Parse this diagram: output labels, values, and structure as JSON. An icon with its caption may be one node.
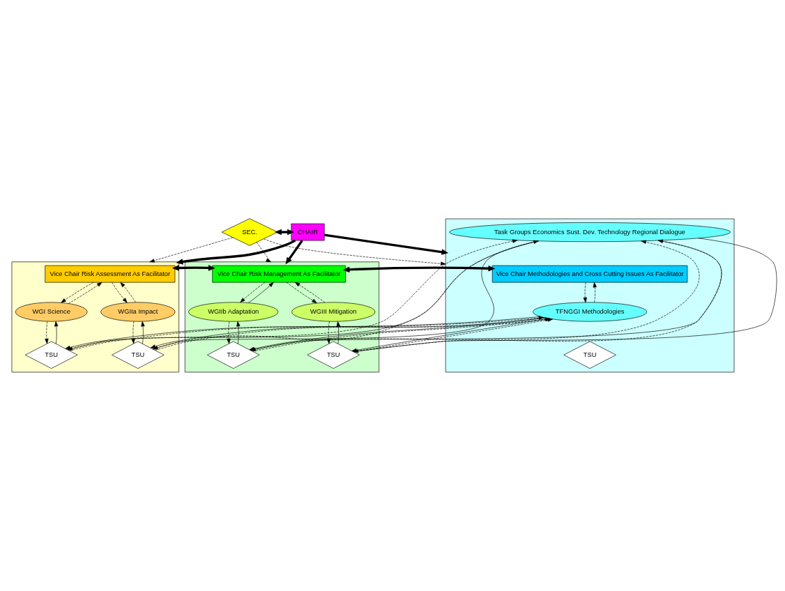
{
  "diagram": {
    "nodes": [
      {
        "text": [
          "CHAIR"
        ]
      },
      {
        "text": [
          "SEC."
        ]
      },
      {
        "text": [],
        "shape": "box"
      },
      {
        "text": [],
        "shape": "box"
      },
      {
        "text": [],
        "shape": "box"
      },
      {
        "text": [
          "Vice Chair Risk Assessment As Facilitator"
        ],
        "in": 2
      },
      {
        "text": [
          "WGI Science"
        ],
        "in": 2
      },
      {
        "text": [
          "WGIIa Impact"
        ],
        "in": 2
      },
      {
        "text": [
          "TSU"
        ],
        "in": 2
      },
      {
        "text": [
          "TSU"
        ],
        "in": 2
      },
      {
        "text": [
          "Vice Chair Risk Management As Facilitator"
        ],
        "in": 3
      },
      {
        "text": [
          "WGIIb Adaptation"
        ],
        "in": 3
      },
      {
        "text": [
          "WGIII Mitigation"
        ],
        "in": 3
      },
      {
        "text": [
          "TSU"
        ],
        "in": 3
      },
      {
        "text": [
          "TSU"
        ],
        "in": 3
      },
      {
        "text": [
          "Vice Chair Methodologies and Cross Cutting Issues As Facilitator"
        ],
        "in": 4
      },
      {
        "text": [
          "TFNGGI Methodologies"
        ],
        "in": 4
      },
      {
        "text": [
          "TSU"
        ],
        "in": 4
      },
      {
        "text": [
          "Task Groups Economics Sust. Dev. Technology Regional Dialogue"
        ],
        "in": 4
      }
    ],
    "edges": [
      {
        "from": 0,
        "to": 1,
        "arrow": "both",
        "style": "thick"
      },
      {
        "from": 0,
        "to": 2,
        "arrow": "to",
        "style": "thick"
      },
      {
        "from": 0,
        "to": 3,
        "arrow": "to",
        "style": "thick"
      },
      {
        "from": 0,
        "to": 4,
        "arrow": "to",
        "style": "thick"
      },
      {
        "from": 1,
        "to": 2,
        "arrow": "to",
        "style": "dashed"
      },
      {
        "from": 1,
        "to": 3,
        "arrow": "to",
        "style": "dashed"
      },
      {
        "from": 1,
        "to": 4,
        "arrow": "to",
        "style": "dashed"
      },
      {
        "from": 5,
        "to": 10,
        "arrow": "both",
        "style": "thick"
      },
      {
        "from": 10,
        "to": 15,
        "arrow": "both",
        "style": "thick"
      },
      {
        "from": 5,
        "to": 6,
        "arrow": "to",
        "style": "dashed"
      },
      {
        "from": 6,
        "to": 5,
        "arrow": "to",
        "style": "dashed"
      },
      {
        "from": 7,
        "to": 5,
        "arrow": "to",
        "style": "dashed"
      },
      {
        "from": 5,
        "to": 7,
        "arrow": "to",
        "style": "dashed"
      },
      {
        "from": 10,
        "to": 11,
        "arrow": "to",
        "style": "dashed"
      },
      {
        "from": 11,
        "to": 10,
        "arrow": "to"
      },
      {
        "from": 12,
        "to": 10,
        "arrow": "to",
        "style": "dashed"
      },
      {
        "from": 10,
        "to": 12,
        "arrow": "to",
        "style": "dashed"
      },
      {
        "from": 16,
        "to": 15,
        "arrow": "to",
        "style": "dashed"
      },
      {
        "from": 15,
        "to": 16,
        "arrow": "to",
        "style": "dashed"
      },
      {
        "from": 8,
        "to": 6,
        "arrow": "to"
      },
      {
        "from": 6,
        "to": 8,
        "arrow": "to",
        "style": "dashed"
      },
      {
        "from": 9,
        "to": 7,
        "arrow": "to"
      },
      {
        "from": 7,
        "to": 9,
        "arrow": "to",
        "style": "dashed"
      },
      {
        "from": 13,
        "to": 11,
        "arrow": "to"
      },
      {
        "from": 11,
        "to": 13,
        "arrow": "to",
        "style": "dashed"
      },
      {
        "from": 12,
        "to": 14,
        "arrow": "to",
        "style": "dashed"
      },
      {
        "from": 14,
        "to": 12,
        "arrow": "to"
      },
      {
        "from": 16,
        "to": 8,
        "arrow": "to"
      },
      {
        "from": 16,
        "to": 9,
        "arrow": "to"
      },
      {
        "from": 16,
        "to": 13,
        "arrow": "to"
      },
      {
        "from": 16,
        "to": 14,
        "arrow": "to"
      },
      {
        "from": 18,
        "to": 8,
        "arrow": "to"
      },
      {
        "from": 18,
        "to": 9,
        "arrow": "to"
      },
      {
        "from": 18,
        "to": 13,
        "arrow": "to"
      },
      {
        "from": 18,
        "to": 14,
        "arrow": "to"
      },
      {
        "from": 8,
        "to": 16,
        "arrow": "to",
        "style": "dashed"
      },
      {
        "from": 9,
        "to": 16,
        "arrow": "to",
        "style": "dashed"
      },
      {
        "from": 13,
        "to": 16,
        "arrow": "to",
        "style": "dashed"
      },
      {
        "from": 14,
        "to": 16,
        "arrow": "to",
        "style": "dashed"
      },
      {
        "from": 8,
        "to": 18,
        "arrow": "to",
        "style": "dashed"
      },
      {
        "from": 9,
        "to": 18,
        "arrow": "to",
        "style": "dashed"
      },
      {
        "from": 13,
        "to": 18,
        "arrow": "to",
        "style": "dashed"
      },
      {
        "from": 14,
        "to": 18,
        "arrow": "to",
        "style": "dashed"
      }
    ]
  }
}
